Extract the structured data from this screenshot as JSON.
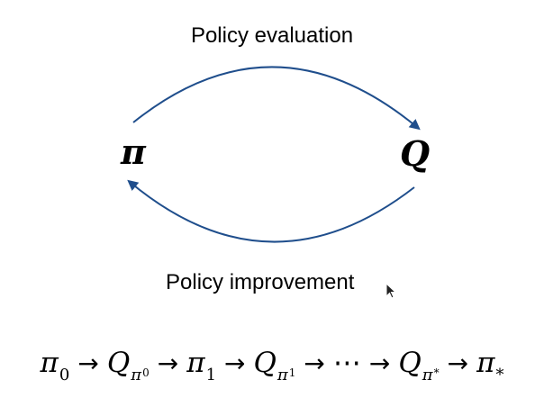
{
  "diagram": {
    "top_label": "Policy evaluation",
    "bottom_label": "Policy improvement",
    "nodes": {
      "pi": "π",
      "q": "Q"
    },
    "arrow_color": "#1f4e8c",
    "sequence": [
      {
        "sym": "π",
        "sub": "0",
        "subsub": ""
      },
      {
        "sym": "Q",
        "sub": "π",
        "subsub": "0"
      },
      {
        "sym": "π",
        "sub": "1",
        "subsub": ""
      },
      {
        "sym": "Q",
        "sub": "π",
        "subsub": "1"
      },
      {
        "sym": "⋯",
        "sub": "",
        "subsub": ""
      },
      {
        "sym": "Q",
        "sub": "π",
        "subsub": "*"
      },
      {
        "sym": "π",
        "sub": "*",
        "subsub": ""
      }
    ],
    "sequence_arrow": "→"
  }
}
